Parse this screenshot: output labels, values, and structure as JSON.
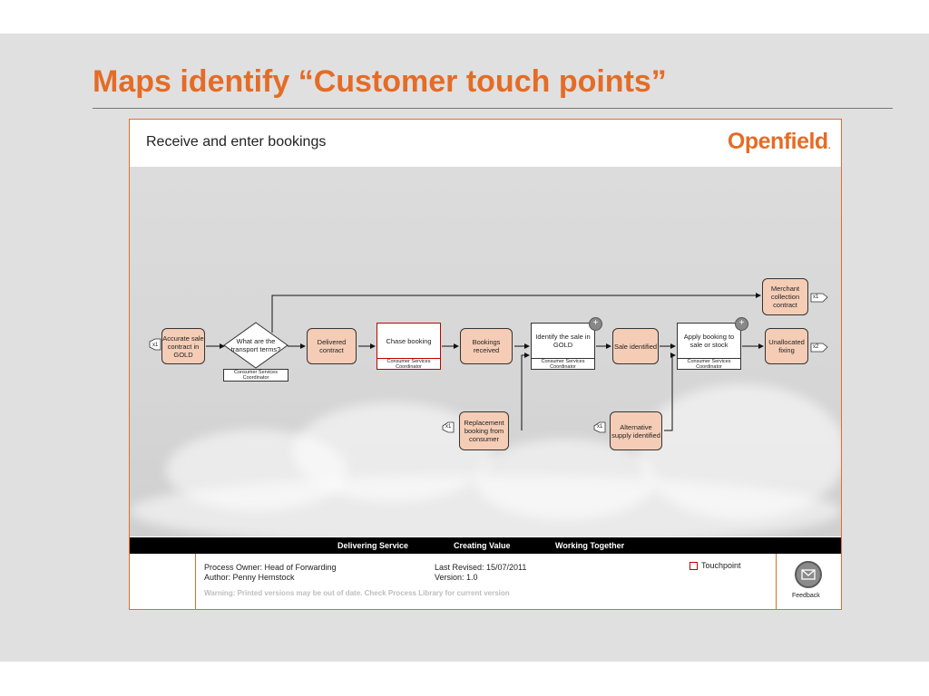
{
  "slide": {
    "title": "Maps identify “Customer touch points”"
  },
  "map": {
    "title": "Receive and enter bookings",
    "brand": "Openfield"
  },
  "diagram": {
    "nodes": {
      "accurate": "Accurate sale contract in GOLD",
      "transport": "What are the transport terms?",
      "delivered": "Delivered contract",
      "chase": "Chase booking",
      "bookings": "Bookings received",
      "identify": "Identify the sale in GOLD",
      "sale": "Sale identified",
      "apply": "Apply booking to sale or stock",
      "unallocated": "Unallocated fixing",
      "merchant": "Merchant collection contract",
      "replacement": "Replacement booking from consumer",
      "alternative": "Alternative supply identified"
    },
    "roles": {
      "transport": "Consumer Services Coordinator",
      "chase": "Consumer Services Coordinator",
      "identify": "Consumer Services Coordinator",
      "apply": "Consumer Services Coordinator"
    },
    "tags": {
      "accurate": "x1",
      "merchant": "x1",
      "unallocated": "x2",
      "replacement": "x1",
      "alternative": "x1"
    },
    "plus_symbol": "+",
    "touchpoint_color": "#c00000",
    "event_color": "#f5cdb6"
  },
  "band": {
    "items": [
      "Delivering Service",
      "Creating Value",
      "Working Together"
    ]
  },
  "footer": {
    "owner": "Process Owner: Head of Forwarding",
    "author": "Author: Penny Hemstock",
    "revised": "Last Revised: 15/07/2011",
    "version": "Version: 1.0",
    "warning": "Warning: Printed versions may be out of date. Check Process Library for current version",
    "legend_label": "Touchpoint",
    "feedback": "Feedback",
    "feedback_icon": "envelope-icon"
  },
  "colors": {
    "accent": "#e46c26"
  }
}
